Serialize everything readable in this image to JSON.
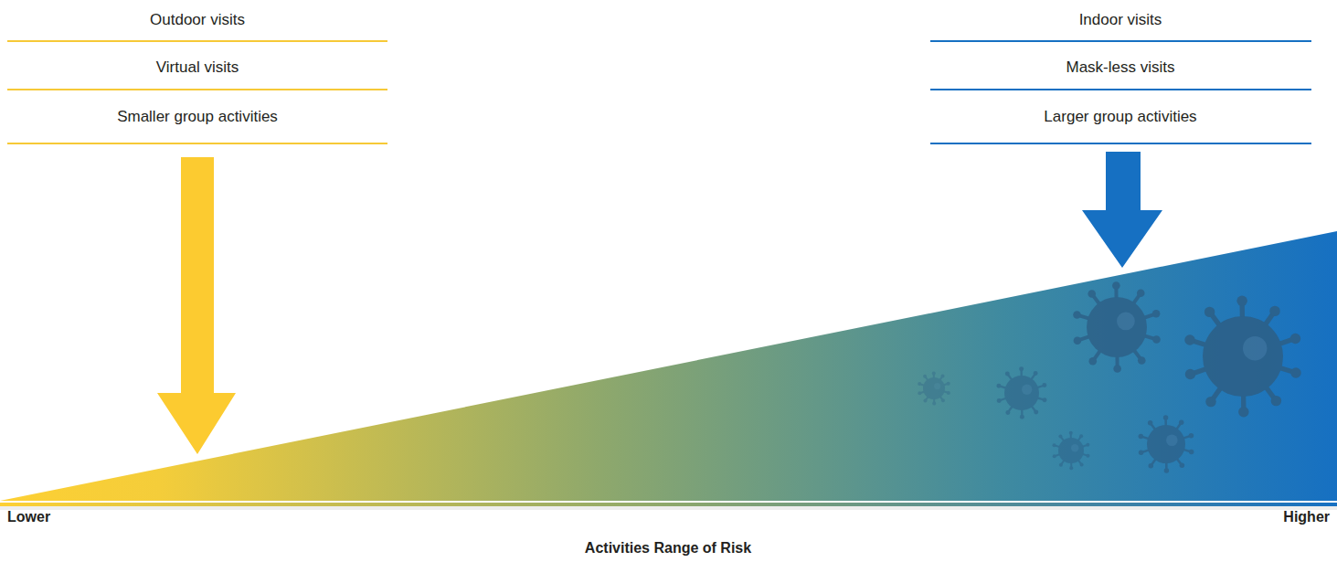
{
  "diagram": {
    "labels": [
      "Outdoor visits",
      "Virtual visits",
      "Smaller group activities",
      "Indoor visits",
      "Mask-less visits",
      "Larger group activities",
      "Lower",
      "Higher",
      "Activities Range of Risk"
    ]
  }
}
